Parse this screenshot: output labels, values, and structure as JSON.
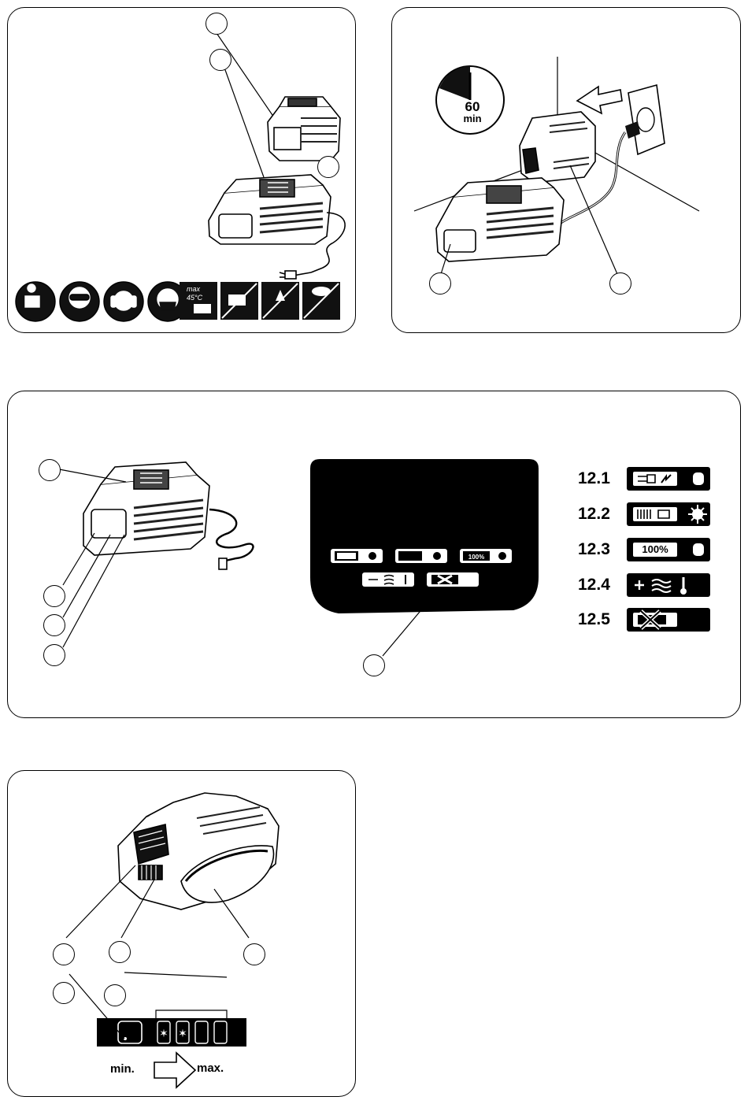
{
  "panel_top_left": {
    "safety_icons": [
      "read-manual-icon",
      "safety-goggles-icon",
      "ear-protection-icon",
      "dust-mask-icon"
    ],
    "condition_icons": [
      {
        "name": "max-temperature-icon",
        "text_line1": "max",
        "text_line2": "45°C"
      },
      {
        "name": "no-wet-surface-icon"
      },
      {
        "name": "no-fire-icon"
      },
      {
        "name": "no-rain-icon"
      }
    ]
  },
  "panel_top_right": {
    "timer_value": "60",
    "timer_unit": "min"
  },
  "panel_middle": {
    "display_small": {
      "full_label": "100%"
    },
    "indicators": [
      {
        "id": "12.1",
        "icon": "plug-charging-icon",
        "label": ""
      },
      {
        "id": "12.2",
        "icon": "battery-charging-sun-icon",
        "label": ""
      },
      {
        "id": "12.3",
        "icon": "battery-full-icon",
        "label": "100%"
      },
      {
        "id": "12.4",
        "icon": "fan-heat-thermometer-icon",
        "label": ""
      },
      {
        "id": "12.5",
        "icon": "battery-error-icon",
        "label": ""
      }
    ]
  },
  "panel_bottom": {
    "min_label": "min.",
    "max_label": "max."
  }
}
